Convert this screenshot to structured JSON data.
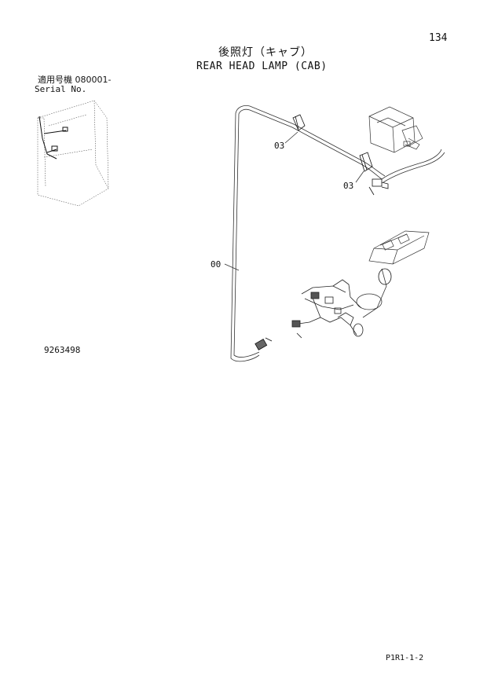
{
  "header": {
    "page_number": "134",
    "title_jp": "後照灯（キャブ）",
    "title_en": "REAR HEAD LAMP (CAB)"
  },
  "serial": {
    "label_jp": "適用号機 080001-",
    "label_en": "Serial No."
  },
  "callouts": {
    "clip_a": "03",
    "clip_b": "03",
    "harness": "00"
  },
  "drawing_number": "9263498",
  "footer": {
    "code": "P1R1-1-2"
  }
}
